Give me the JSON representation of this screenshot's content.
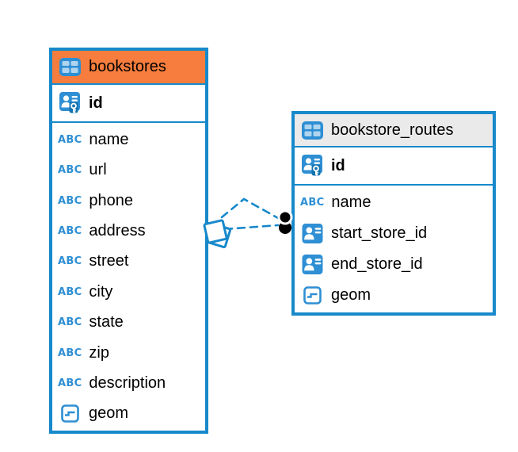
{
  "diagram": {
    "background": "#FFFFFF",
    "colors": {
      "table_border": "#1789CB",
      "icon_blue": "#2E8FD4",
      "bookstores_header": "#F67D3D",
      "routes_header": "#EAEAEA",
      "relation_line": "#1789CB",
      "relation_dot": "#000000",
      "text": "#000000"
    },
    "tables": [
      {
        "title": "bookstores",
        "header_icon": "table-grid-icon",
        "primary_key": "id",
        "columns": [
          {
            "name": "name",
            "type": "text"
          },
          {
            "name": "url",
            "type": "text"
          },
          {
            "name": "phone",
            "type": "text"
          },
          {
            "name": "address",
            "type": "text"
          },
          {
            "name": "street",
            "type": "text"
          },
          {
            "name": "city",
            "type": "text"
          },
          {
            "name": "state",
            "type": "text"
          },
          {
            "name": "zip",
            "type": "text"
          },
          {
            "name": "description",
            "type": "text"
          },
          {
            "name": "geom",
            "type": "geometry"
          }
        ]
      },
      {
        "title": "bookstore_routes",
        "header_icon": "table-grid-icon",
        "primary_key": "id",
        "columns": [
          {
            "name": "name",
            "type": "text"
          },
          {
            "name": "start_store_id",
            "type": "reference"
          },
          {
            "name": "end_store_id",
            "type": "reference"
          },
          {
            "name": "geom",
            "type": "geometry"
          }
        ]
      }
    ],
    "relation": {
      "from_table": "bookstores",
      "to_table": "bookstore_routes",
      "line_style": "dashed",
      "line_count": 2,
      "source_marker": "stacked-squares",
      "target_marker": "stacked-black-dots"
    },
    "icons": {
      "text_type_glyph": "ABC",
      "table_icon": "table-grid-icon",
      "primary_key_icon": "user-key-icon",
      "reference_icon": "user-card-icon",
      "geometry_icon": "geometry-box-icon"
    }
  }
}
